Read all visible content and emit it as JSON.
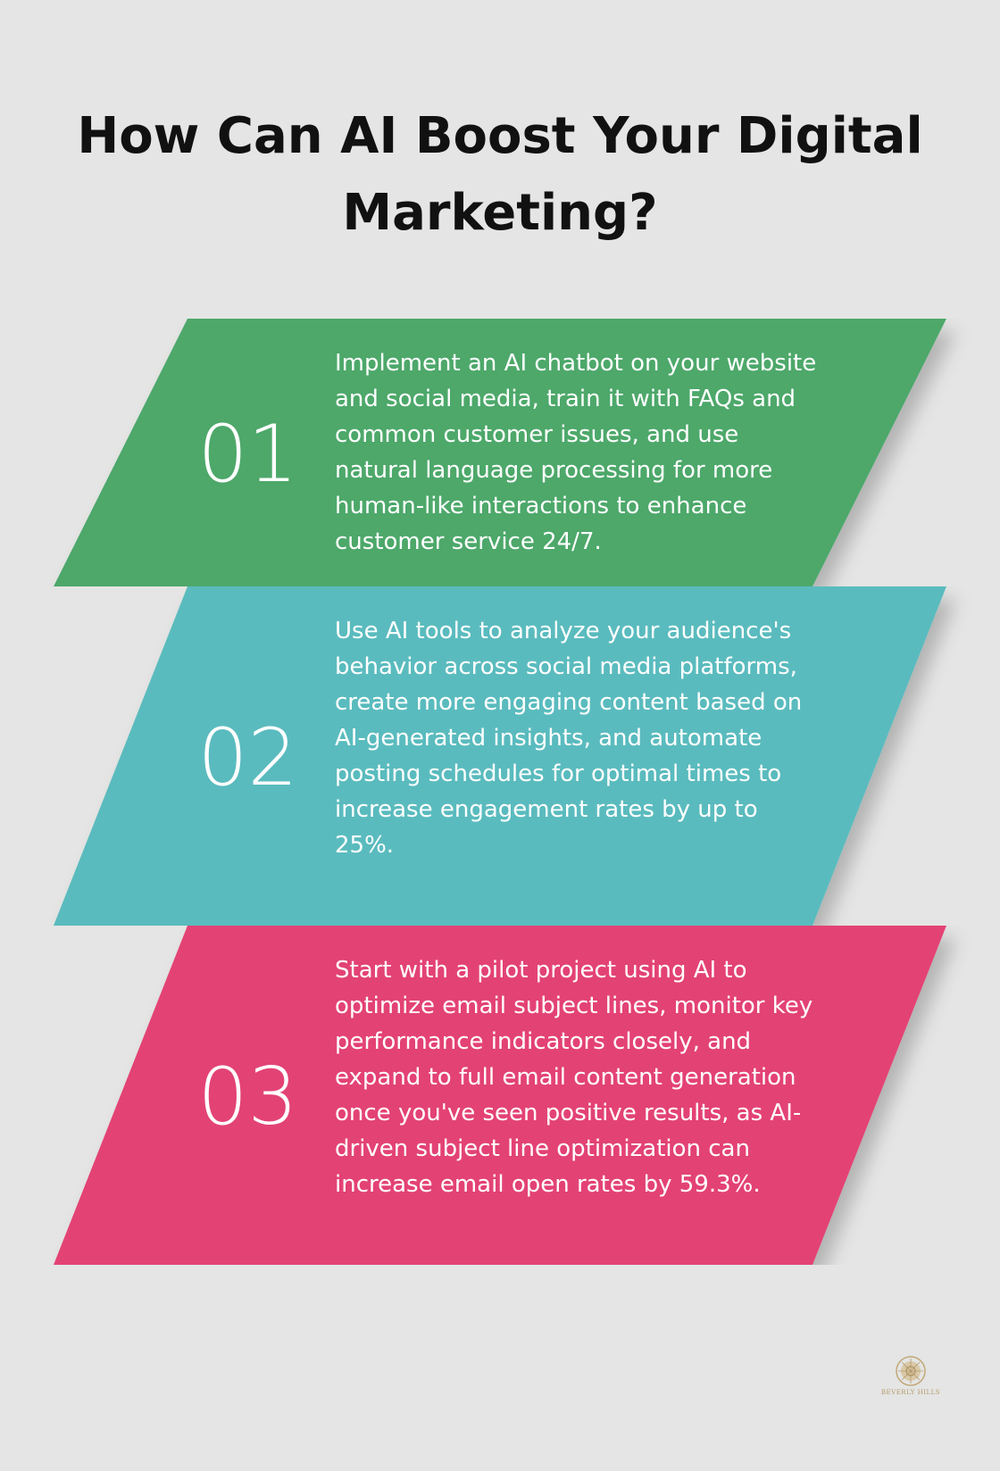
{
  "title": "How Can AI Boost Your Digital Marketing?",
  "steps": [
    {
      "number": "01",
      "color": "#4ea86b",
      "text": "Implement an AI chatbot on your website and social media, train it with FAQs and common customer issues, and use natural language processing for more human-like interactions to enhance customer service 24/7."
    },
    {
      "number": "02",
      "color": "#5abbbe",
      "text": "Use AI tools to analyze your audience's behavior across social media platforms, create more engaging content based on AI-generated insights, and automate posting schedules for optimal times to increase engagement rates by up to 25%."
    },
    {
      "number": "03",
      "color": "#e34274",
      "text": "Start with a pilot project using AI to optimize email subject lines, monitor key performance indicators closely, and expand to full email content generation once you've seen positive results, as AI-driven subject line optimization can increase email open rates by 59.3%."
    }
  ],
  "logo": {
    "text": "BEVERLY HILLS",
    "icon": "ornament-medallion-icon",
    "color": "#b59a6a"
  }
}
